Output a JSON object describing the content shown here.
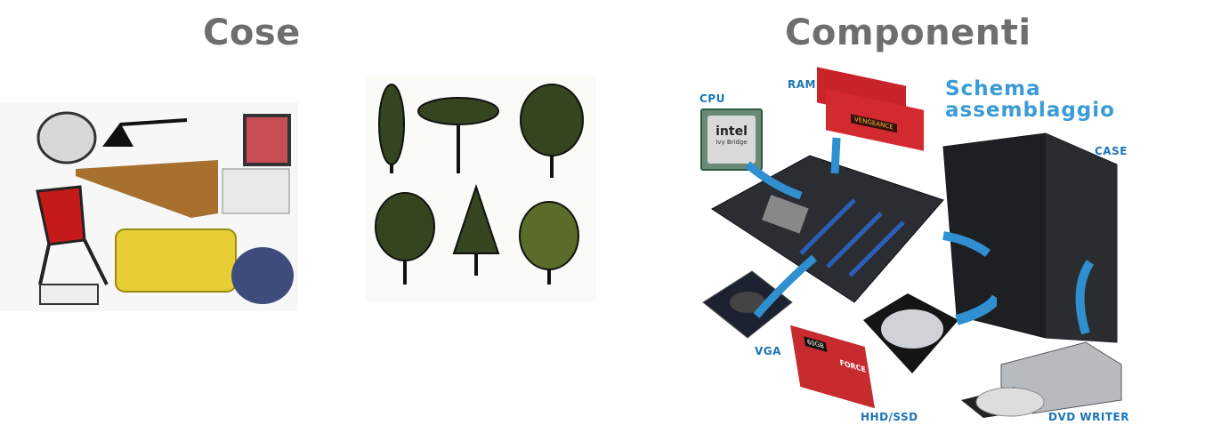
{
  "left": {
    "title": "Cose"
  },
  "right": {
    "title": "Componenti",
    "schema_title_line1": "Schema",
    "schema_title_line2": "assemblaggio",
    "labels": {
      "cpu": "CPU",
      "ram": "RAM",
      "case": "CASE",
      "vga": "VGA",
      "storage": "HHD/SSD",
      "dvd": "DVD WRITER"
    },
    "product_text": {
      "cpu_brand": "intel",
      "cpu_model": "Ivy Bridge",
      "ram_brand": "VENGEANCE",
      "ssd_brand": "FORCE",
      "ssd_capacity": "60GB"
    }
  },
  "colors": {
    "heading": "#6e6e6e",
    "label_blue": "#1b74b8",
    "schema_blue": "#3a9bd6",
    "arrow_blue": "#2f8fd0"
  }
}
